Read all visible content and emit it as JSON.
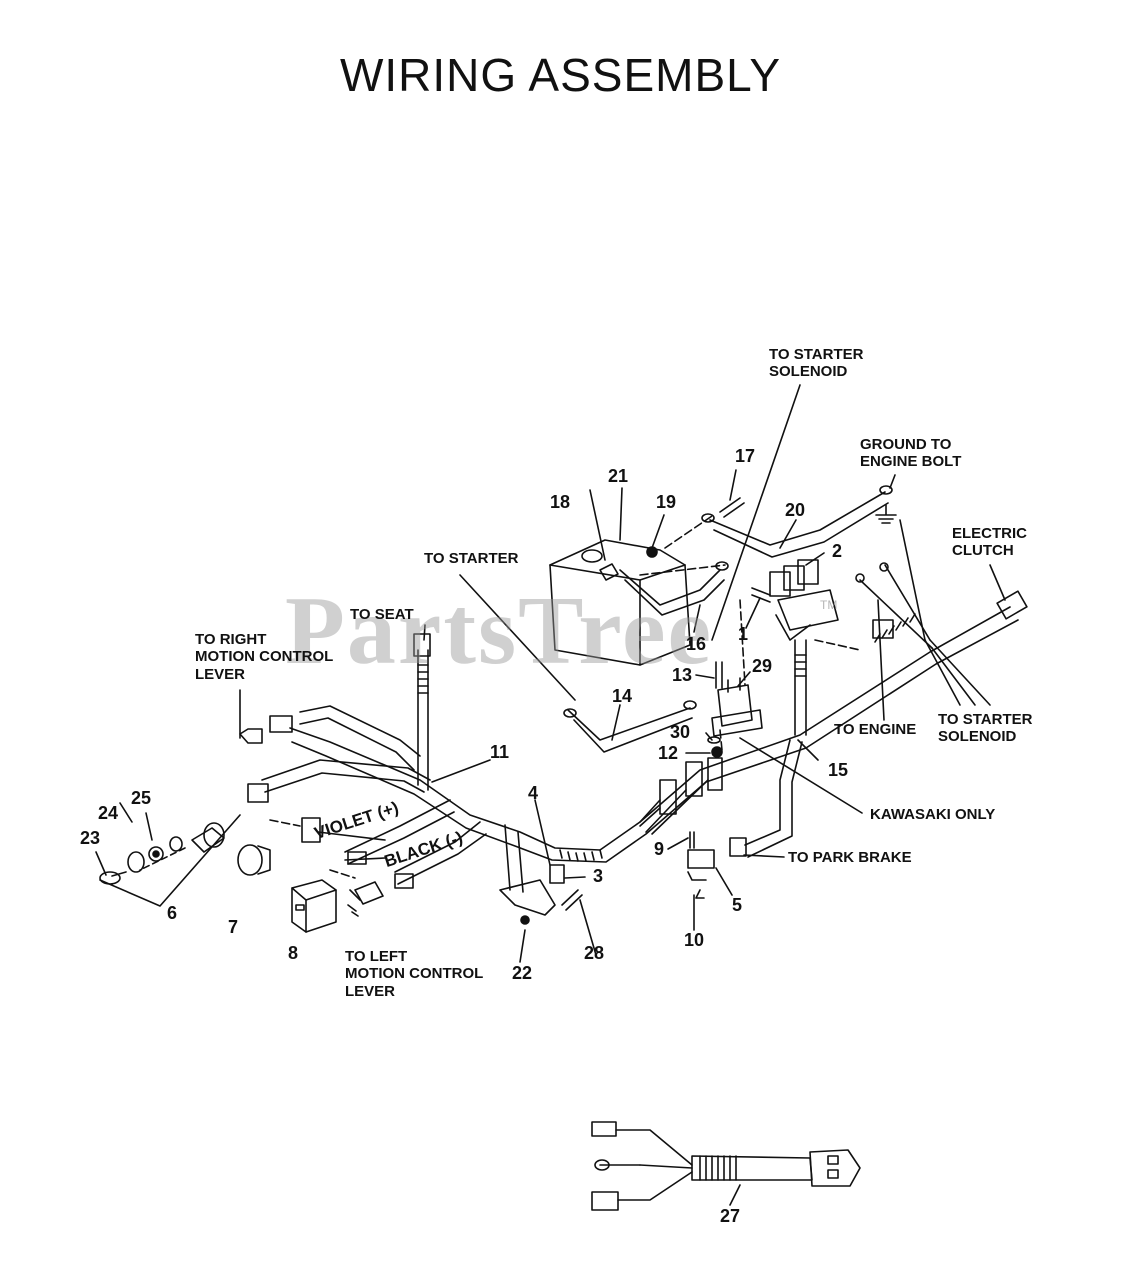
{
  "title": "WIRING ASSEMBLY",
  "watermark": "PartsTree",
  "watermark_mark": "TM",
  "notes": {
    "to_starter_solenoid_top_1": "TO STARTER",
    "to_starter_solenoid_top_2": "SOLENOID",
    "ground_1": "GROUND TO",
    "ground_2": "ENGINE BOLT",
    "electric_clutch_1": "ELECTRIC",
    "electric_clutch_2": "CLUTCH",
    "to_starter": "TO STARTER",
    "to_seat": "TO SEAT",
    "right_lever_1": "TO RIGHT",
    "right_lever_2": "MOTION CONTROL",
    "right_lever_3": "LEVER",
    "to_engine": "TO ENGINE",
    "to_starter_solenoid_right_1": "TO STARTER",
    "to_starter_solenoid_right_2": "SOLENOID",
    "kawasaki_only": "KAWASAKI ONLY",
    "to_park_brake": "TO PARK BRAKE",
    "violet": "VIOLET (+)",
    "black": "BLACK (-)",
    "left_lever_1": "TO LEFT",
    "left_lever_2": "MOTION CONTROL",
    "left_lever_3": "LEVER"
  },
  "callouts": {
    "c1": "1",
    "c2": "2",
    "c3": "3",
    "c4": "4",
    "c5": "5",
    "c6": "6",
    "c7": "7",
    "c8": "8",
    "c9": "9",
    "c10": "10",
    "c11": "11",
    "c12": "12",
    "c13": "13",
    "c14": "14",
    "c15": "15",
    "c16": "16",
    "c17": "17",
    "c18": "18",
    "c19": "19",
    "c20": "20",
    "c21": "21",
    "c22": "22",
    "c23": "23",
    "c24": "24",
    "c25": "25",
    "c27": "27",
    "c28": "28",
    "c29": "29",
    "c30": "30"
  }
}
